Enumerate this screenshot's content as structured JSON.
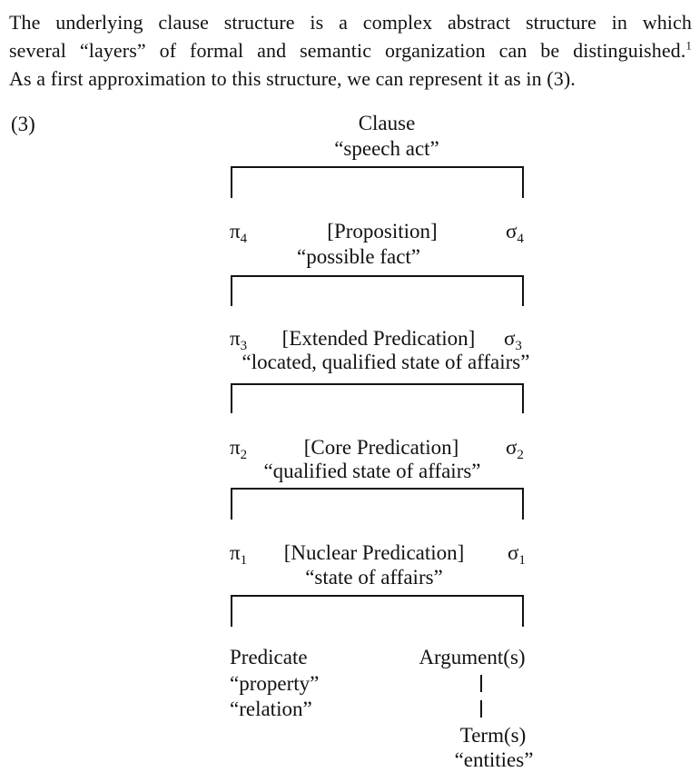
{
  "paragraph": {
    "line1": "The underlying clause structure is a complex abstract structure in which",
    "line2": "several “layers” of formal and semantic organization can be distinguished.",
    "footnote_marker": "1",
    "line3": "As a first approximation to this structure, we can represent it as in (3)."
  },
  "diagram": {
    "example_number": "(3)",
    "root": {
      "title": "Clause",
      "gloss": "“speech act”"
    },
    "layers": [
      {
        "pi": "π",
        "pi_sub": "4",
        "label": "[Proposition]",
        "sigma": "σ",
        "sigma_sub": "4",
        "gloss": "“possible fact”"
      },
      {
        "pi": "π",
        "pi_sub": "3",
        "label": "[Extended Predication]",
        "sigma": "σ",
        "sigma_sub": "3",
        "gloss": "“located, qualified state of affairs”"
      },
      {
        "pi": "π",
        "pi_sub": "2",
        "label": "[Core Predication]",
        "sigma": "σ",
        "sigma_sub": "2",
        "gloss": "“qualified state of affairs”"
      },
      {
        "pi": "π",
        "pi_sub": "1",
        "label": "[Nuclear Predication]",
        "sigma": "σ",
        "sigma_sub": "1",
        "gloss": "“state of affairs”"
      }
    ],
    "bottom": {
      "predicate_label": "Predicate",
      "predicate_gloss1": "“property”",
      "predicate_gloss2": "“relation”",
      "argument_label": "Argument(s)",
      "term_label": "Term(s)",
      "term_gloss": "“entities”"
    }
  },
  "colors": {
    "ink": "#121212",
    "paper": "#ffffff"
  }
}
